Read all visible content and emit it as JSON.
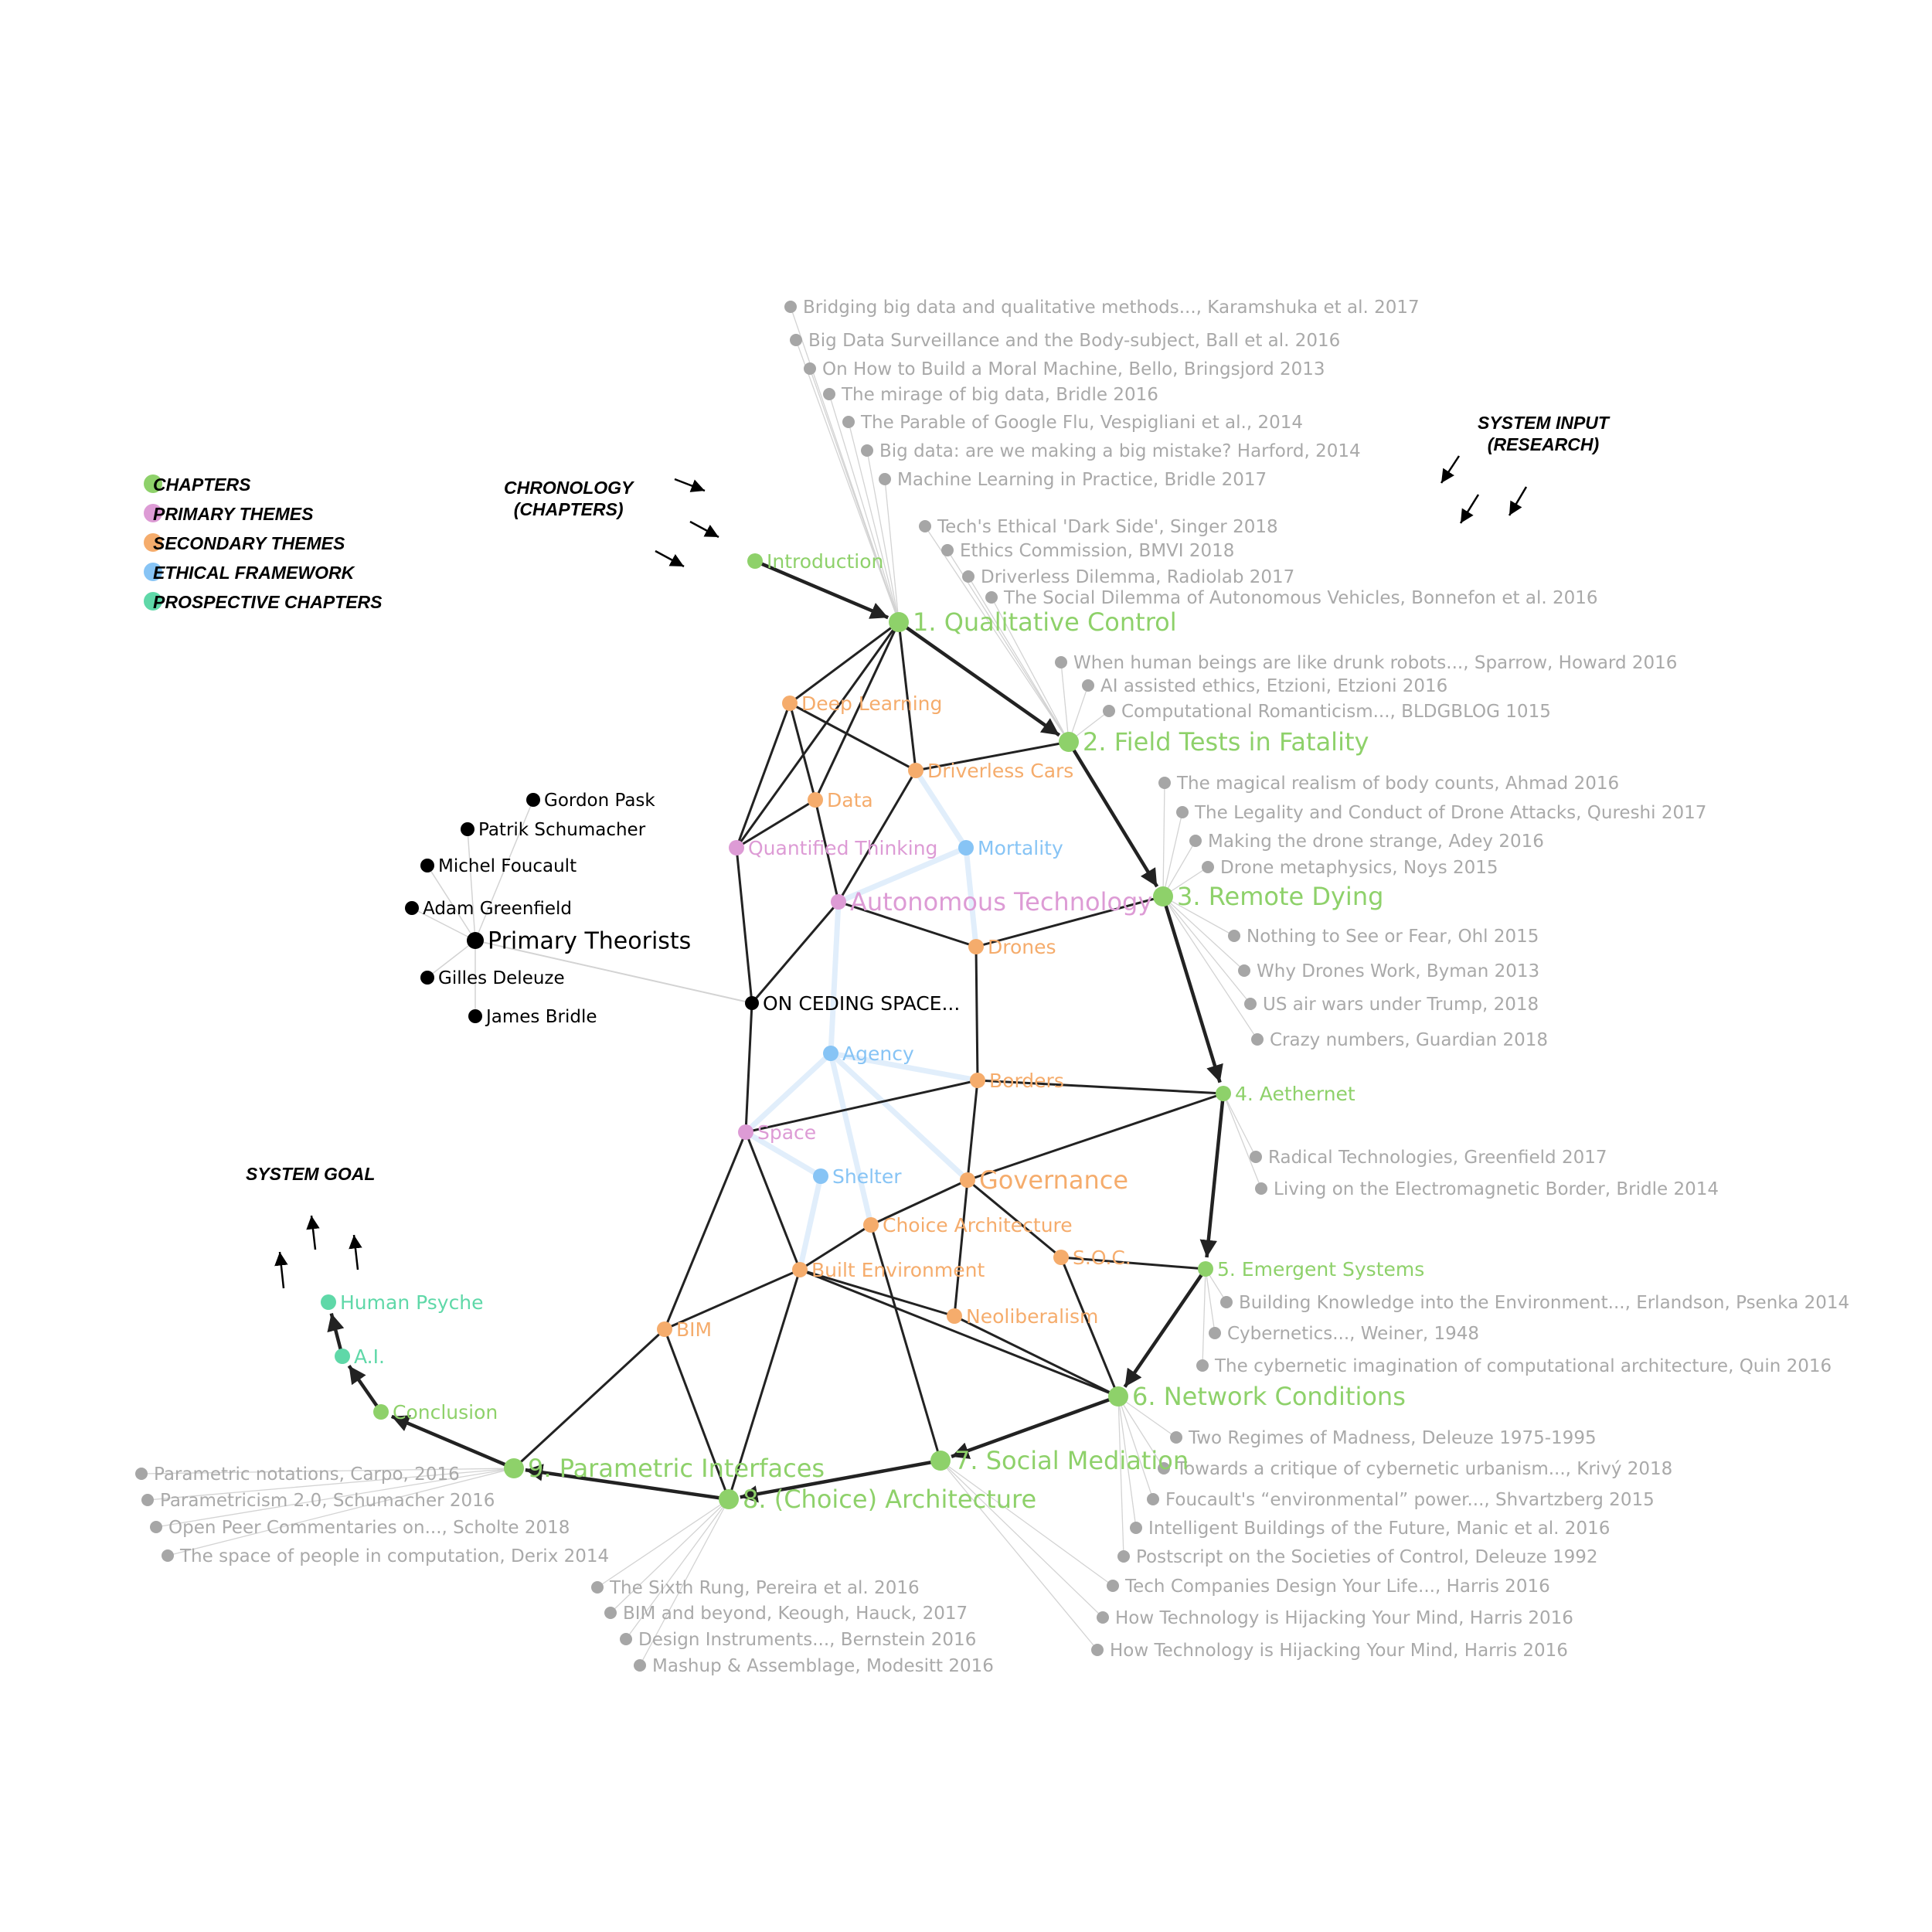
{
  "colors": {
    "chapter": "#8ed16a",
    "primary": "#dd9bd5",
    "secondary": "#f5ac6c",
    "ethical": "#87c4f5",
    "prospective": "#5fd8a8",
    "theorist": "#000000",
    "reference": "#a6a6a6",
    "reference_text": "#a9a9a9",
    "edge": "#222222",
    "ethical_edge": "#e1eefb",
    "ref_edge": "#d3d3d3"
  },
  "legend": [
    {
      "label": "CHAPTERS",
      "color": "#8ed16a"
    },
    {
      "label": "PRIMARY THEMES",
      "color": "#dd9bd5"
    },
    {
      "label": "SECONDARY THEMES",
      "color": "#f5ac6c"
    },
    {
      "label": "ETHICAL FRAMEWORK",
      "color": "#87c4f5"
    },
    {
      "label": "PROSPECTIVE CHAPTERS",
      "color": "#5fd8a8"
    }
  ],
  "annotations": {
    "chronology": [
      "CHRONOLOGY",
      "(CHAPTERS)"
    ],
    "system_input": [
      "SYSTEM INPUT",
      "(RESEARCH)"
    ],
    "system_goal": "SYSTEM GOAL"
  },
  "nodes": {
    "intro": {
      "label": "Introduction",
      "type": "chapter"
    },
    "ch1": {
      "label": "1. Qualitative Control",
      "type": "chapter"
    },
    "ch2": {
      "label": "2. Field Tests in Fatality",
      "type": "chapter"
    },
    "ch3": {
      "label": "3. Remote Dying",
      "type": "chapter"
    },
    "ch4": {
      "label": "4. Aethernet",
      "type": "chapter"
    },
    "ch5": {
      "label": "5. Emergent Systems",
      "type": "chapter"
    },
    "ch6": {
      "label": "6. Network Conditions",
      "type": "chapter"
    },
    "ch7": {
      "label": "7. Social Mediation",
      "type": "chapter"
    },
    "ch8": {
      "label": "8. (Choice) Architecture",
      "type": "chapter"
    },
    "ch9": {
      "label": "9. Parametric Interfaces",
      "type": "chapter"
    },
    "conclusion": {
      "label": "Conclusion",
      "type": "chapter"
    },
    "ai": {
      "label": "A.I.",
      "type": "prospective"
    },
    "psyche": {
      "label": "Human Psyche",
      "type": "prospective"
    },
    "deep": {
      "label": "Deep Learning",
      "type": "secondary"
    },
    "cars": {
      "label": "Driverless Cars",
      "type": "secondary"
    },
    "data": {
      "label": "Data",
      "type": "secondary"
    },
    "quant": {
      "label": "Quantified Thinking",
      "type": "primary"
    },
    "mortality": {
      "label": "Mortality",
      "type": "ethical"
    },
    "autotech": {
      "label": "Autonomous Technology",
      "type": "primary"
    },
    "drones": {
      "label": "Drones",
      "type": "secondary"
    },
    "ceding": {
      "label": "ON CEDING SPACE...",
      "type": "theorist"
    },
    "agency": {
      "label": "Agency",
      "type": "ethical"
    },
    "borders": {
      "label": "Borders",
      "type": "secondary"
    },
    "space": {
      "label": "Space",
      "type": "primary"
    },
    "shelter": {
      "label": "Shelter",
      "type": "ethical"
    },
    "governance": {
      "label": "Governance",
      "type": "secondary"
    },
    "choice": {
      "label": "Choice Architecture",
      "type": "secondary"
    },
    "soc": {
      "label": "S.O.C.",
      "type": "secondary"
    },
    "built": {
      "label": "Built Environment",
      "type": "secondary"
    },
    "neolib": {
      "label": "Neoliberalism",
      "type": "secondary"
    },
    "bim": {
      "label": "BIM",
      "type": "secondary"
    },
    "theorists": {
      "label": "Primary Theorists",
      "type": "theorist"
    },
    "pask": {
      "label": "Gordon Pask",
      "type": "theorist"
    },
    "schumacher": {
      "label": "Patrik Schumacher",
      "type": "theorist"
    },
    "foucault": {
      "label": "Michel Foucault",
      "type": "theorist"
    },
    "greenfield": {
      "label": "Adam Greenfield",
      "type": "theorist"
    },
    "deleuze": {
      "label": "Gilles Deleuze",
      "type": "theorist"
    },
    "bridle": {
      "label": "James Bridle",
      "type": "theorist"
    }
  },
  "references": {
    "ch1": [
      "Bridging big data and qualitative methods..., Karamshuka et al. 2017",
      "Big Data Surveillance and the Body-subject, Ball et al. 2016",
      "On How to Build a Moral Machine, Bello, Bringsjord 2013",
      "The mirage of big data, Bridle 2016",
      "The Parable of Google Flu, Vespigliani et al., 2014",
      "Big data: are we making a big mistake? Harford, 2014",
      "Machine Learning in Practice, Bridle 2017"
    ],
    "ch2": [
      "Tech's Ethical 'Dark Side', Singer 2018",
      "Ethics Commission, BMVI 2018",
      "Driverless Dilemma, Radiolab 2017",
      "The Social Dilemma of Autonomous Vehicles, Bonnefon et al. 2016",
      "When human beings are like drunk robots..., Sparrow, Howard 2016",
      "AI assisted ethics, Etzioni, Etzioni 2016",
      "Computational Romanticism..., BLDGBLOG 1015"
    ],
    "ch3": [
      "The magical realism of body counts, Ahmad 2016",
      "The Legality and Conduct of Drone Attacks, Qureshi 2017",
      "Making the drone strange, Adey 2016",
      "Drone metaphysics, Noys 2015",
      "Nothing to See or Fear, Ohl 2015",
      "Why Drones Work, Byman 2013",
      "US air wars under Trump, 2018",
      "Crazy numbers, Guardian 2018"
    ],
    "ch4": [
      "Radical Technologies, Greenfield 2017",
      "Living on the Electromagnetic Border, Bridle 2014"
    ],
    "ch5": [
      "Building Knowledge into the Environment..., Erlandson, Psenka 2014",
      "Cybernetics..., Weiner, 1948",
      "The cybernetic imagination of computational architecture, Quin 2016"
    ],
    "ch6": [
      "Two Regimes of Madness, Deleuze 1975-1995",
      "Towards a critique of cybernetic urbanism..., Krivý 2018",
      "Foucault's “environmental” power..., Shvartzberg 2015",
      "Intelligent Buildings of the Future, Manic et al. 2016",
      "Postscript on the Societies of Control, Deleuze 1992"
    ],
    "ch7": [
      "Tech Companies Design Your Life..., Harris 2016",
      "How Technology is Hijacking Your Mind, Harris 2016",
      "How Technology is Hijacking Your Mind, Harris 2016"
    ],
    "ch8": [
      "The Sixth Rung, Pereira et al. 2016",
      "BIM and beyond, Keough, Hauck, 2017",
      "Design Instruments..., Bernstein 2016",
      "Mashup & Assemblage, Modesitt 2016"
    ],
    "ch9": [
      "Parametric notations, Carpo, 2016",
      "Parametricism 2.0, Schumacher 2016",
      "Open Peer Commentaries on..., Scholte 2018",
      "The space of people in computation, Derix 2014"
    ]
  }
}
